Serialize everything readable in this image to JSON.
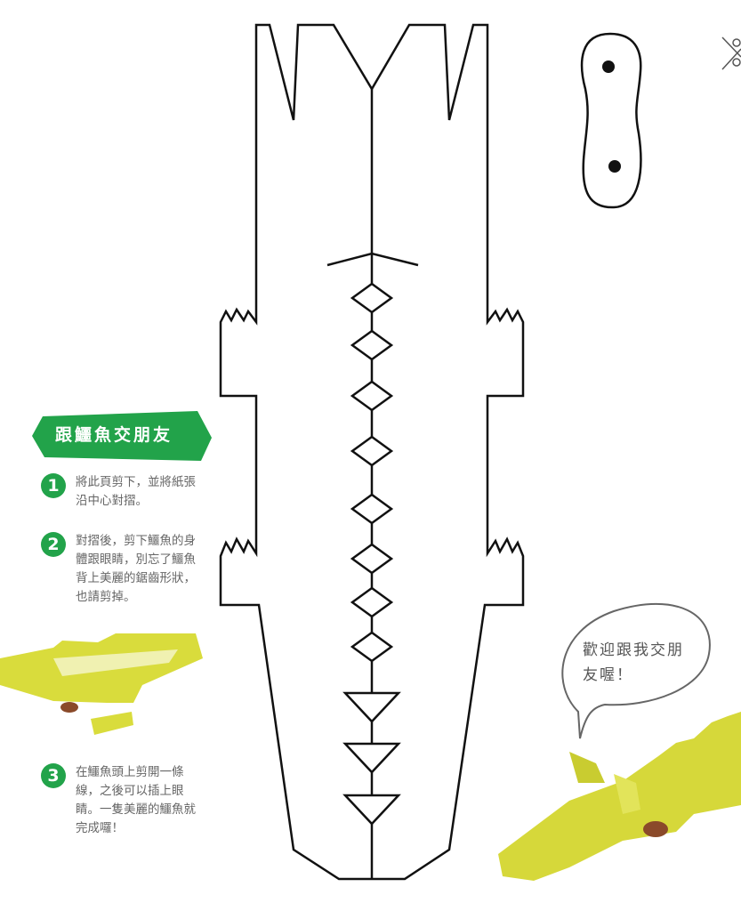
{
  "title": "跟鱷魚交朋友",
  "steps": [
    {
      "number": "1",
      "text": "將此頁剪下，並將紙張沿中心對摺。"
    },
    {
      "number": "2",
      "text": "對摺後，剪下鱷魚的身體跟眼睛，別忘了鱷魚背上美麗的鋸齒形狀，也請剪掉。"
    },
    {
      "number": "3",
      "text": "在鱷魚頭上剪開一條線，之後可以插上眼睛。一隻美麗的鱷魚就完成囉！"
    }
  ],
  "speech_bubble": "歡迎跟我交朋友喔！",
  "colors": {
    "accent": "#22a34a",
    "croc": "#d9dc3c",
    "line": "#111111"
  }
}
